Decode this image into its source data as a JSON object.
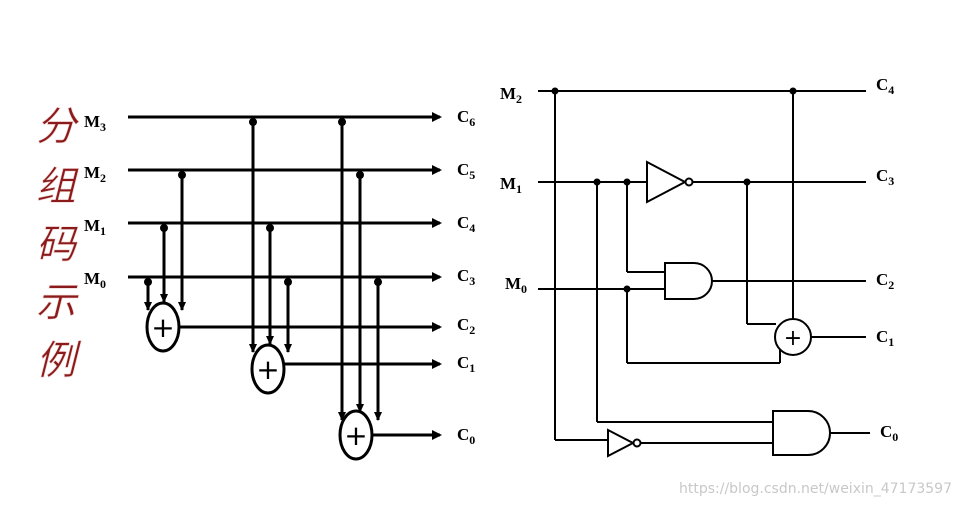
{
  "title_chars": [
    "分",
    "组",
    "码",
    "示",
    "例"
  ],
  "left_circuit": {
    "inputs": [
      {
        "base": "M",
        "sub": "3"
      },
      {
        "base": "M",
        "sub": "2"
      },
      {
        "base": "M",
        "sub": "1"
      },
      {
        "base": "M",
        "sub": "0"
      }
    ],
    "outputs": [
      {
        "base": "C",
        "sub": "6"
      },
      {
        "base": "C",
        "sub": "5"
      },
      {
        "base": "C",
        "sub": "4"
      },
      {
        "base": "C",
        "sub": "3"
      },
      {
        "base": "C",
        "sub": "2"
      },
      {
        "base": "C",
        "sub": "1"
      },
      {
        "base": "C",
        "sub": "0"
      }
    ],
    "xor_symbol": "+"
  },
  "right_circuit": {
    "inputs": [
      {
        "base": "M",
        "sub": "2"
      },
      {
        "base": "M",
        "sub": "1"
      },
      {
        "base": "M",
        "sub": "0"
      }
    ],
    "outputs": [
      {
        "base": "C",
        "sub": "4"
      },
      {
        "base": "C",
        "sub": "3"
      },
      {
        "base": "C",
        "sub": "2"
      },
      {
        "base": "C",
        "sub": "1"
      },
      {
        "base": "C",
        "sub": "0"
      }
    ],
    "xor_symbol": "+"
  },
  "watermark": "https://blog.csdn.net/weixin_47173597"
}
